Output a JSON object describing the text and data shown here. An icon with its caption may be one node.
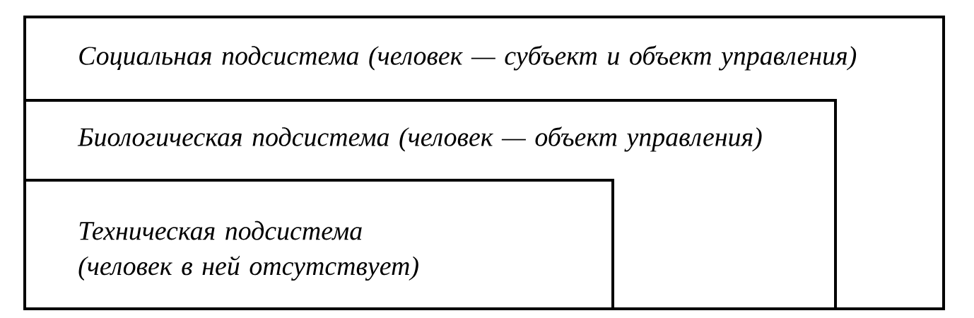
{
  "diagram": {
    "nodes": [
      {
        "text": [
          "Социальная подсистема (человек — субъект и объект управления)"
        ]
      },
      {
        "text": [
          "Биологическая подсистема (человек — объект управления)"
        ],
        "in": 0
      },
      {
        "text": [
          "Техническая подсистема (человек в ней отсутствует)"
        ],
        "in": 1
      }
    ]
  }
}
